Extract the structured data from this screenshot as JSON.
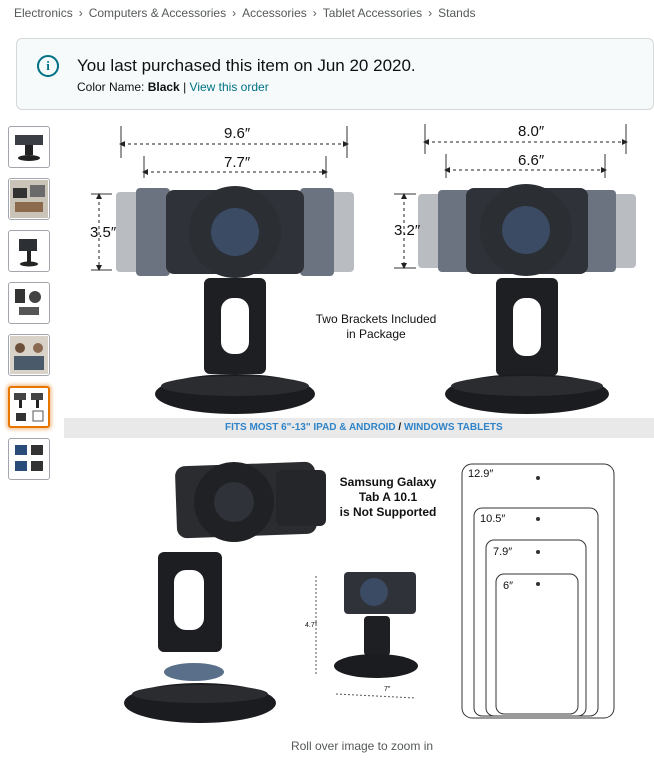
{
  "breadcrumb": [
    "Electronics",
    "Computers & Accessories",
    "Accessories",
    "Tablet Accessories",
    "Stands"
  ],
  "notice": {
    "icon": "info-icon",
    "title": "You last purchased this item on Jun 20 2020.",
    "color_label": "Color Name:",
    "color_value": "Black",
    "separator": "|",
    "link": "View this order"
  },
  "thumbnails": [
    {
      "name": "stand-front-thumb",
      "active": false
    },
    {
      "name": "office-scene-thumb",
      "active": false
    },
    {
      "name": "kiosk-thumb",
      "active": false
    },
    {
      "name": "accessories-thumb",
      "active": false
    },
    {
      "name": "people-scene-thumb",
      "active": false
    },
    {
      "name": "dimensions-thumb",
      "active": true
    },
    {
      "name": "angles-thumb",
      "active": false
    }
  ],
  "image": {
    "dims_left": {
      "width_outer": "9.6″",
      "width_inner": "7.7″",
      "height": "3.5″"
    },
    "dims_right": {
      "width_outer": "8.0″",
      "width_inner": "6.6″",
      "height": "3.2″"
    },
    "brackets_note_line1": "Two Brackets Included",
    "brackets_note_line2": "in Package",
    "fit_banner_main": "FITS MOST 6\"-13\" IPAD & ANDROID",
    "fit_banner_slash": "/",
    "fit_banner_tail": "WINDOWS TABLETS",
    "samsung_line1": "Samsung Galaxy",
    "samsung_line2": "Tab A 10.1",
    "samsung_line3": "is Not Supported",
    "small_height": "4.7″",
    "small_base": "7″",
    "tablet_sizes": [
      "12.9″",
      "10.5″",
      "7.9″",
      "6″"
    ]
  },
  "zoom_hint": "Roll over image to zoom in",
  "colors": {
    "link": "#007185",
    "banner_text": "#2f84c9",
    "active_thumb": "#e77600"
  }
}
